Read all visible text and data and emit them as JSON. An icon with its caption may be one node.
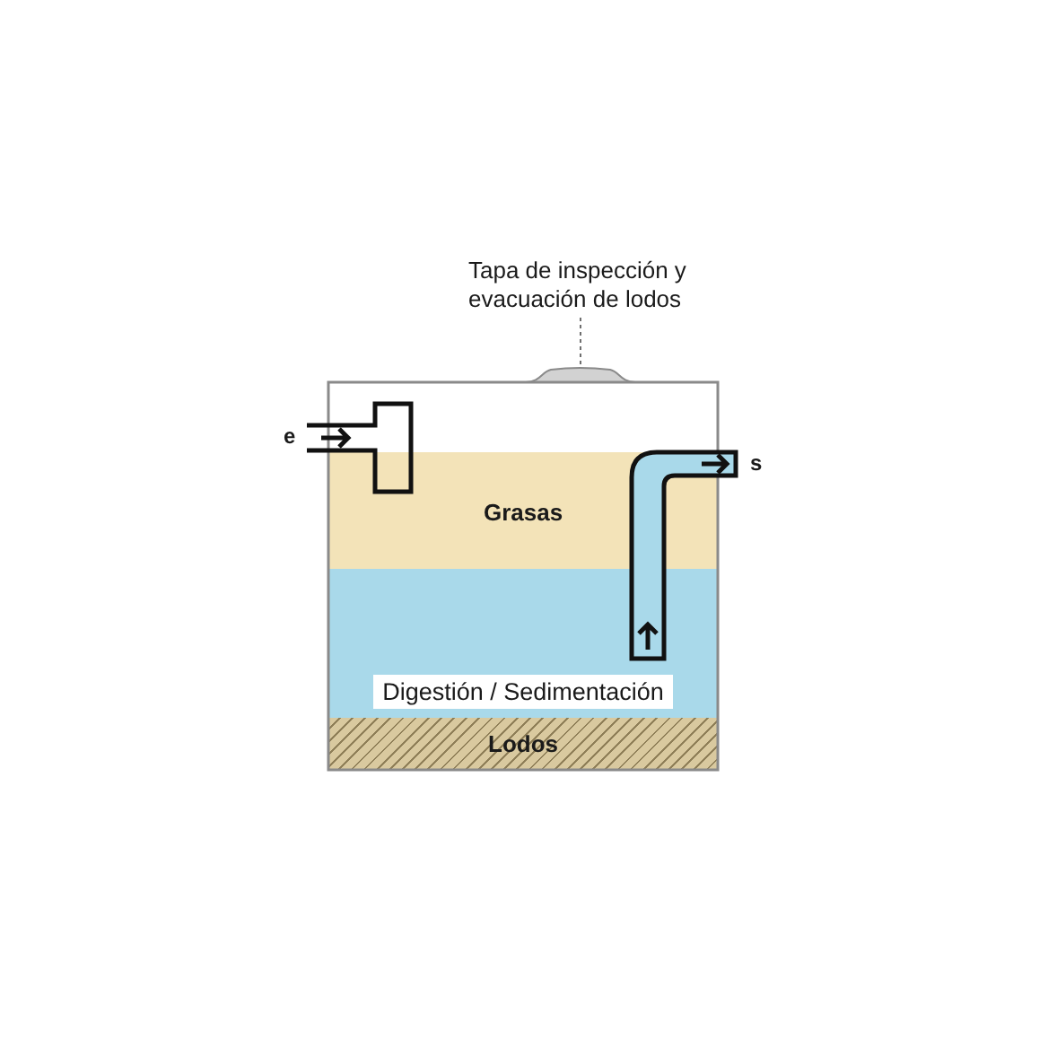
{
  "diagram": {
    "nodes": [
      {
        "text": [
          "Tapa de inspección y evacuación de lodos"
        ]
      },
      {
        "text": [],
        "shape": "dome"
      },
      {
        "text": [
          "Grasas"
        ]
      },
      {
        "text": [
          "Digestión / Sedimentación"
        ]
      },
      {
        "text": [
          "Lodos"
        ]
      }
    ],
    "edges": [
      {
        "from": 0,
        "to": 1,
        "arrow": "none",
        "style": "dashed"
      }
    ],
    "labels": [
      "e",
      "s"
    ]
  }
}
